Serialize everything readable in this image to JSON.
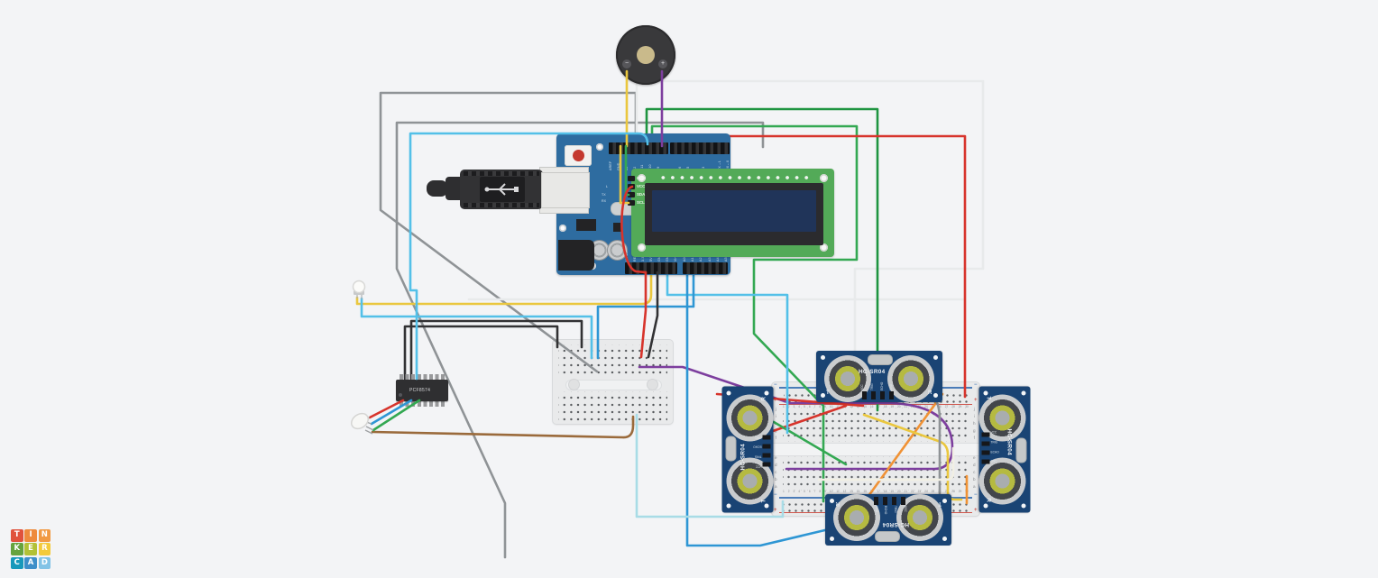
{
  "palette": {
    "background": "#f3f4f6",
    "wire_yellow": "#eac73e",
    "wire_purple": "#7d3e9e",
    "wire_gray": "#8f9396",
    "wire_green": "#33a852",
    "wire_green_dark": "#1e9440",
    "wire_red": "#d7342c",
    "wire_cyan": "#53c0e8",
    "wire_ltcyan": "#a8dce6",
    "wire_blue": "#2e96d4",
    "wire_brown": "#9a6a3b",
    "wire_orange": "#f09235",
    "wire_black": "#323234",
    "wire_white": "#e8eaeb",
    "wire_ivory": "#f1efe4",
    "arduino_blue": "#2e6ca0",
    "sensor_navy": "#1a4474",
    "lcd_green": "#53aa58",
    "lcd_screen": "#203459",
    "breadboard": "#e9eaeb"
  },
  "buzzer": {
    "minus": "−",
    "plus": "+"
  },
  "arduino": {
    "top_labels_left": [
      "AREF",
      "GND",
      "13",
      "12",
      "~11",
      "~10",
      "~9",
      "8"
    ],
    "top_labels_right": [
      "7",
      "~6",
      "~5",
      "4",
      "~3",
      "2",
      "TX→1",
      "RX←0"
    ],
    "digital_label": "DIGITAL (PWM~)",
    "led_l": "L",
    "tx": "TX",
    "rx": "RX",
    "bottom_labels_power": [
      "IOREF",
      "RESET",
      "3.3V",
      "5V",
      "GND",
      "GND",
      "Vin"
    ],
    "bottom_labels_analog": [
      "A0",
      "A1",
      "A2",
      "A3",
      "A4",
      "A5"
    ]
  },
  "lcd": {
    "pins": [
      "GND",
      "VCC",
      "SDA",
      "SCL"
    ]
  },
  "chip": {
    "label": "PCF8574"
  },
  "sensor": {
    "label": "HC-SR04",
    "pins": [
      "VCC",
      "TRIG",
      "ECHO",
      "GND"
    ],
    "left_marker": "T",
    "right_marker": "R"
  },
  "big_breadboard": {
    "row_letters_top": [
      "j",
      "i",
      "h",
      "g",
      "f"
    ],
    "row_letters_bottom": [
      "e",
      "d",
      "c",
      "b",
      "a"
    ],
    "column_numbers": [
      "1",
      "2",
      "3",
      "4",
      "5",
      "6",
      "7",
      "8",
      "9",
      "10",
      "11",
      "12",
      "13",
      "14",
      "15",
      "16",
      "17",
      "18",
      "19",
      "20",
      "21",
      "22",
      "23",
      "24",
      "25",
      "26",
      "27",
      "28",
      "29",
      "30"
    ],
    "rail_plus": "+",
    "rail_minus": "−"
  },
  "logo": {
    "letters": [
      "T",
      "I",
      "N",
      "K",
      "E",
      "R",
      "C",
      "A",
      "D"
    ],
    "colors": [
      "#e0523c",
      "#ee8b3d",
      "#f19a44",
      "#66a33d",
      "#b2c136",
      "#f3ca3b",
      "#1899bb",
      "#3e8fc9",
      "#82c3e6"
    ]
  }
}
